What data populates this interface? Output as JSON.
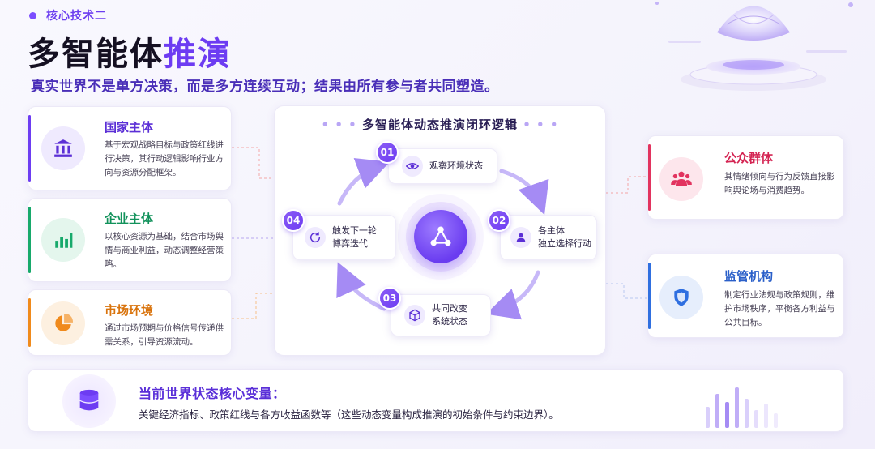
{
  "header": {
    "kicker": "核心技术二",
    "title_main": "多智能体",
    "title_accent": "推演",
    "subtitle": "真实世界不是单方决策，而是多方连续互动；结果由所有参与者共同塑造。"
  },
  "left_cards": [
    {
      "title": "国家主体",
      "desc": "基于宏观战略目标与政策红线进行决策，其行动逻辑影响行业方向与资源分配框架。",
      "icon": "bank-icon",
      "color": "#6d3cf2"
    },
    {
      "title": "企业主体",
      "desc": "以核心资源为基础，结合市场舆情与商业利益，动态调整经营策略。",
      "icon": "bar-chart-icon",
      "color": "#17a96b"
    },
    {
      "title": "市场环境",
      "desc": "通过市场预期与价格信号传递供需关系，引导资源流动。",
      "icon": "pie-chart-icon",
      "color": "#f08a1c"
    }
  ],
  "right_cards": [
    {
      "title": "公众群体",
      "desc": "其情绪倾向与行为反馈直接影响舆论场与消费趋势。",
      "icon": "people-icon",
      "color": "#e2335f"
    },
    {
      "title": "监管机构",
      "desc": "制定行业法规与政策规则，维护市场秩序，平衡各方利益与公共目标。",
      "icon": "shield-icon",
      "color": "#2f6fe0"
    }
  ],
  "loop": {
    "title": "多智能体动态推演闭环逻辑",
    "steps": [
      {
        "num": "01",
        "label": "观察环境状态",
        "icon": "eye-icon"
      },
      {
        "num": "02",
        "label": "各主体\n独立选择行动",
        "icon": "user-icon"
      },
      {
        "num": "03",
        "label": "共同改变\n系统状态",
        "icon": "cube-icon"
      },
      {
        "num": "04",
        "label": "触发下一轮\n博弈迭代",
        "icon": "refresh-icon"
      }
    ],
    "hub_icon": "network-icon"
  },
  "bottom": {
    "title": "当前世界状态核心变量：",
    "desc": "关键经济指标、政策红线与各方收益函数等（这些动态变量构成推演的初始条件与约束边界）。",
    "icon": "database-icon"
  },
  "colors": {
    "accent": "#6d3cf2",
    "green": "#17a96b",
    "orange": "#f08a1c",
    "red": "#e2335f",
    "blue": "#2f6fe0"
  }
}
